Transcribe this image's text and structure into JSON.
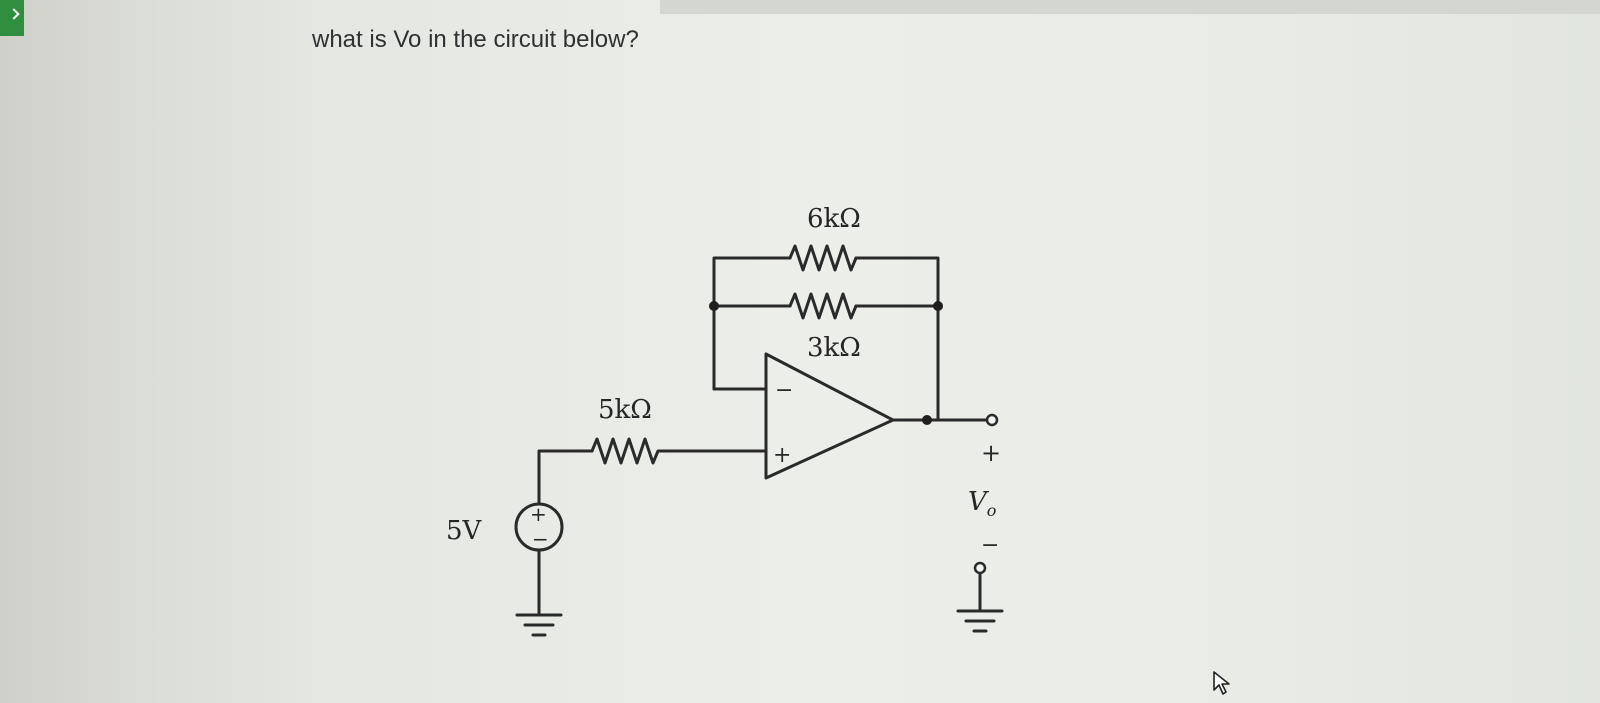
{
  "question": {
    "text": "what is Vo in the circuit below?"
  },
  "circuit": {
    "resistors": {
      "feedback_top": "6kΩ",
      "feedback_bottom": "3kΩ",
      "input": "5kΩ"
    },
    "source": {
      "label": "5V",
      "plus": "+",
      "minus": "−"
    },
    "opamp": {
      "inverting": "−",
      "noninverting": "+"
    },
    "output": {
      "label": "V",
      "subscript": "o",
      "plus": "+",
      "minus": "−"
    }
  }
}
